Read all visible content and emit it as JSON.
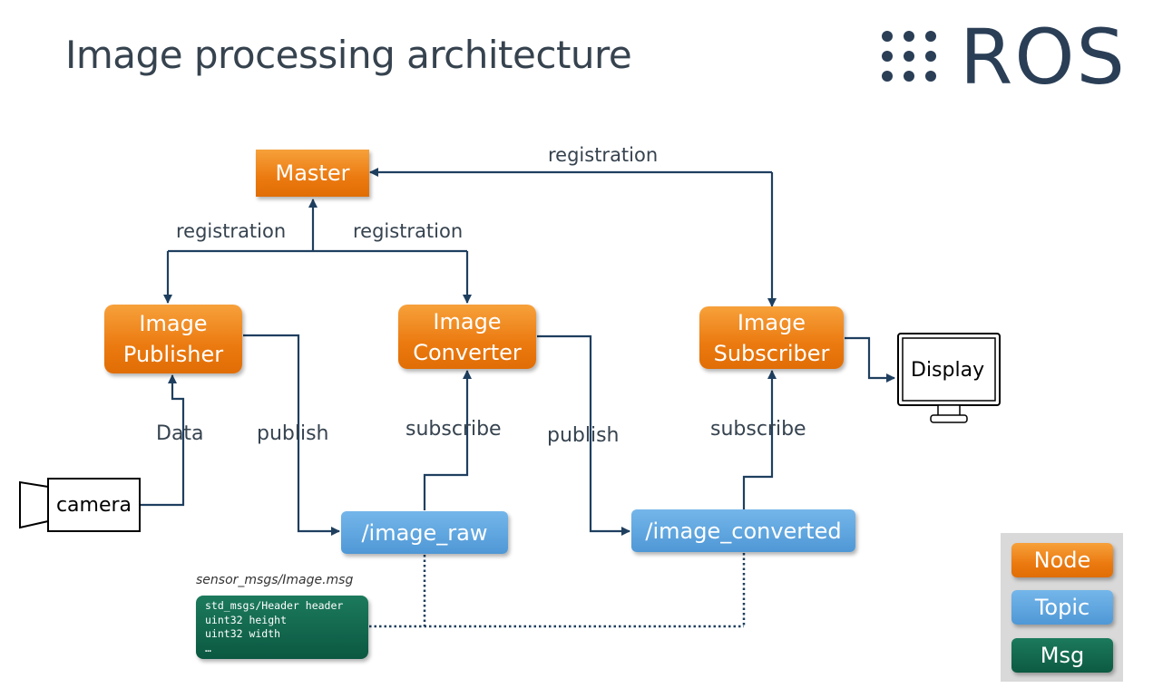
{
  "title": "Image processing architecture",
  "logo": {
    "text": "ROS",
    "icon": "ros-dots-icon"
  },
  "nodes": {
    "master": "Master",
    "publisher": [
      "Image",
      "Publisher"
    ],
    "converter": [
      "Image",
      "Converter"
    ],
    "subscriber": [
      "Image",
      "Subscriber"
    ]
  },
  "topics": {
    "raw": "/image_raw",
    "converted": "/image_converted"
  },
  "devices": {
    "camera": "camera",
    "display": "Display"
  },
  "edges": {
    "registration_left": "registration",
    "registration_mid": "registration",
    "registration_top": "registration",
    "data": "Data",
    "publish_1": "publish",
    "subscribe_1": "subscribe",
    "publish_2": "publish",
    "subscribe_2": "subscribe"
  },
  "message": {
    "caption": "sensor_msgs/Image.msg",
    "lines": [
      "std_msgs/Header header",
      "uint32 height",
      "uint32 width",
      "…"
    ]
  },
  "legend": {
    "node": "Node",
    "topic": "Topic",
    "msg": "Msg"
  },
  "colors": {
    "node": "#eb7a10",
    "topic": "#4f98d6",
    "msg": "#0c5a42",
    "line": "#1f3f5f"
  }
}
